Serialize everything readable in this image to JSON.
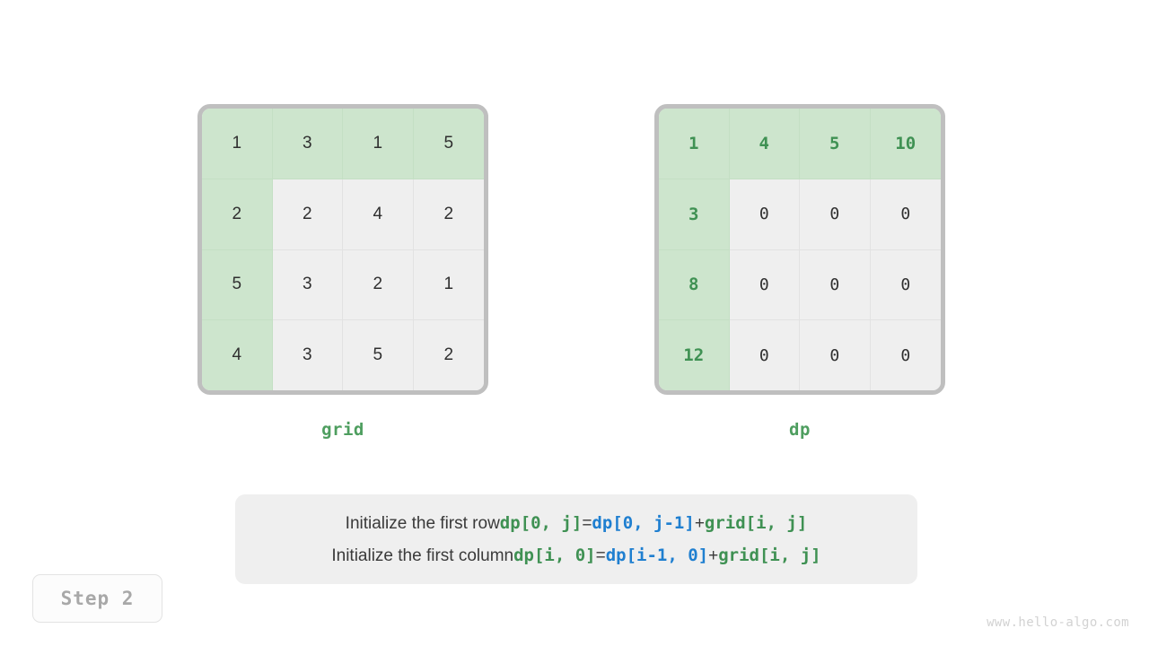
{
  "grid": {
    "caption": "grid",
    "rows": [
      [
        {
          "v": "1",
          "hl": true
        },
        {
          "v": "3",
          "hl": true
        },
        {
          "v": "1",
          "hl": true
        },
        {
          "v": "5",
          "hl": true
        }
      ],
      [
        {
          "v": "2",
          "hl": true
        },
        {
          "v": "2",
          "hl": false
        },
        {
          "v": "4",
          "hl": false
        },
        {
          "v": "2",
          "hl": false
        }
      ],
      [
        {
          "v": "5",
          "hl": true
        },
        {
          "v": "3",
          "hl": false
        },
        {
          "v": "2",
          "hl": false
        },
        {
          "v": "1",
          "hl": false
        }
      ],
      [
        {
          "v": "4",
          "hl": true
        },
        {
          "v": "3",
          "hl": false
        },
        {
          "v": "5",
          "hl": false
        },
        {
          "v": "2",
          "hl": false
        }
      ]
    ]
  },
  "dp": {
    "caption": "dp",
    "rows": [
      [
        {
          "v": "1",
          "hl": true
        },
        {
          "v": "4",
          "hl": true
        },
        {
          "v": "5",
          "hl": true
        },
        {
          "v": "10",
          "hl": true
        }
      ],
      [
        {
          "v": "3",
          "hl": true
        },
        {
          "v": "0",
          "hl": false
        },
        {
          "v": "0",
          "hl": false
        },
        {
          "v": "0",
          "hl": false
        }
      ],
      [
        {
          "v": "8",
          "hl": true
        },
        {
          "v": "0",
          "hl": false
        },
        {
          "v": "0",
          "hl": false
        },
        {
          "v": "0",
          "hl": false
        }
      ],
      [
        {
          "v": "12",
          "hl": true
        },
        {
          "v": "0",
          "hl": false
        },
        {
          "v": "0",
          "hl": false
        },
        {
          "v": "0",
          "hl": false
        }
      ]
    ]
  },
  "formula": {
    "line1": {
      "text": "Initialize the first row ",
      "lhs": "dp[0, j]",
      "eq": " = ",
      "rhs1": "dp[0, j-1]",
      "plus": " + ",
      "rhs2": "grid[i, j]"
    },
    "line2": {
      "text": "Initialize the first column ",
      "lhs": "dp[i, 0]",
      "eq": " = ",
      "rhs1": "dp[i-1, 0]",
      "plus": " + ",
      "rhs2": "grid[i, j]"
    }
  },
  "step_badge": {
    "label": "Step 2"
  },
  "watermark": {
    "text": "www.hello-algo.com"
  },
  "colors": {
    "highlight_bg": "#cde5cd",
    "highlight_text": "#3f9153",
    "cell_bg": "#efefef",
    "cell_text": "#2f2f2f",
    "frame": "#bfbfbf",
    "accent_green": "#3f9153",
    "accent_blue": "#1f7fd0",
    "caption_green": "#4e9e5f"
  }
}
